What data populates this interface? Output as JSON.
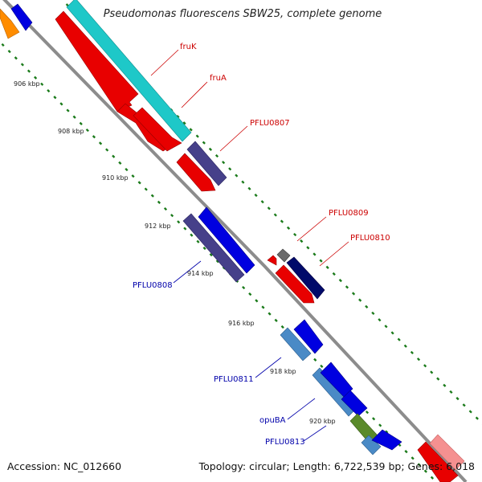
{
  "title": "Pseudomonas fluorescens SBW25, complete genome",
  "footer": {
    "accession": "Accession: NC_012660",
    "summary": "Topology: circular; Length: 6,722,539 bp; Genes: 6,018"
  },
  "colors": {
    "backbone": "#8c8c8c",
    "tick": "#1a7a1a",
    "forward_label": "#cc0000",
    "reverse_label": "#0000aa"
  },
  "scale_markers": [
    "906 kbp",
    "908 kbp",
    "910 kbp",
    "912 kbp",
    "914 kbp",
    "916 kbp",
    "918 kbp",
    "920 kbp"
  ],
  "gene_labels": [
    {
      "name": "fruK",
      "strand": "forward"
    },
    {
      "name": "fruA",
      "strand": "forward"
    },
    {
      "name": "PFLU0807",
      "strand": "forward"
    },
    {
      "name": "PFLU0809",
      "strand": "forward"
    },
    {
      "name": "PFLU0810",
      "strand": "forward"
    },
    {
      "name": "PFLU0808",
      "strand": "reverse"
    },
    {
      "name": "PFLU0811",
      "strand": "reverse"
    },
    {
      "name": "opuBA",
      "strand": "reverse"
    },
    {
      "name": "PFLU0813",
      "strand": "reverse"
    }
  ]
}
